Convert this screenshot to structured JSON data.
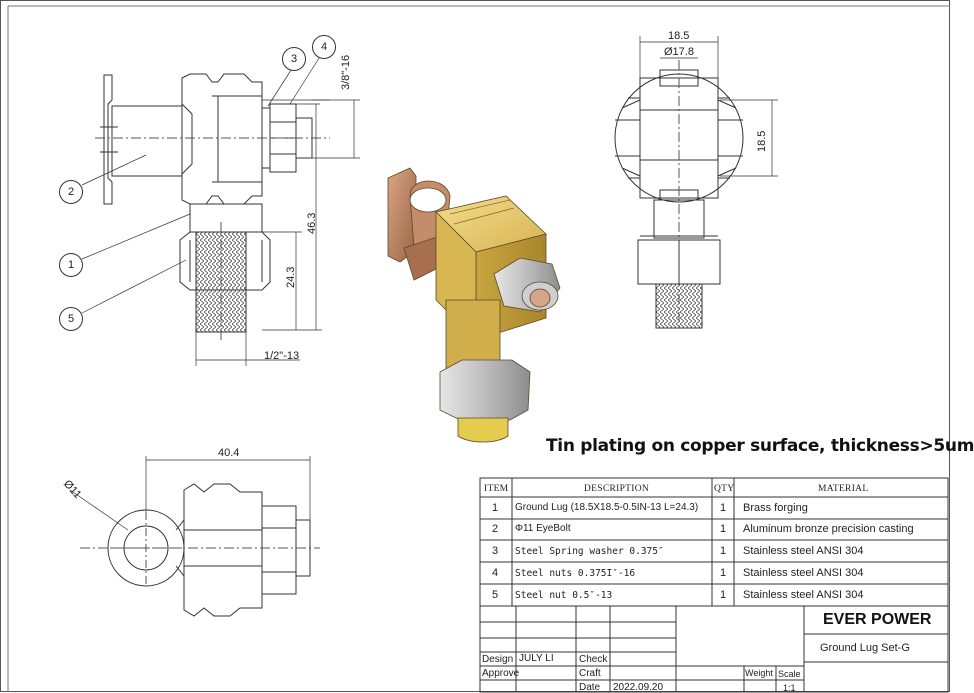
{
  "drawing": {
    "note": "Tin plating on copper surface, thickness>5um",
    "dimensions": {
      "thread_top": "3/8\"-16",
      "height_46": "46.3",
      "height_24": "24.3",
      "thread_bottom": "1/2\"-13",
      "width_18_5": "18.5",
      "dia_17_8": "Ø17.8",
      "side_18_5": "18.5",
      "length_40_4": "40.4",
      "dia_11": "Ø11"
    },
    "balloons": [
      "1",
      "2",
      "3",
      "4",
      "5"
    ]
  },
  "bom": {
    "headers": [
      "ITEM",
      "DESCRIPTION",
      "QTY",
      "MATERIAL"
    ],
    "rows": [
      {
        "item": "1",
        "description": "Ground Lug (18.5X18.5-0.5IN-13 L=24.3)",
        "qty": "1",
        "material": "Brass forging"
      },
      {
        "item": "2",
        "description": "Φ11 EyeBolt",
        "qty": "1",
        "material": "Aluminum bronze precision casting"
      },
      {
        "item": "3",
        "description": "Steel Spring washer 0.375″",
        "qty": "1",
        "material": "Stainless steel ANSI 304"
      },
      {
        "item": "4",
        "description": "Steel nuts 0.375I″-16",
        "qty": "1",
        "material": "Stainless steel ANSI 304"
      },
      {
        "item": "5",
        "description": "Steel nut 0.5″-13",
        "qty": "1",
        "material": "Stainless steel ANSI 304"
      }
    ]
  },
  "title_block": {
    "company": "EVER POWER",
    "part_name": "Ground Lug Set-G",
    "design_label": "Design",
    "design_value": "JULY LI",
    "approve_label": "Approve",
    "check_label": "Check",
    "craft_label": "Craft",
    "date_label": "Date",
    "date_value": "2022.09.20",
    "weight_label": "Weight",
    "scale_label": "Scale",
    "scale_value": "1:1"
  },
  "colors": {
    "line": "#333333",
    "brass": "#e2c15c",
    "copper": "#b9805c",
    "steel": "#b4b4b4"
  }
}
